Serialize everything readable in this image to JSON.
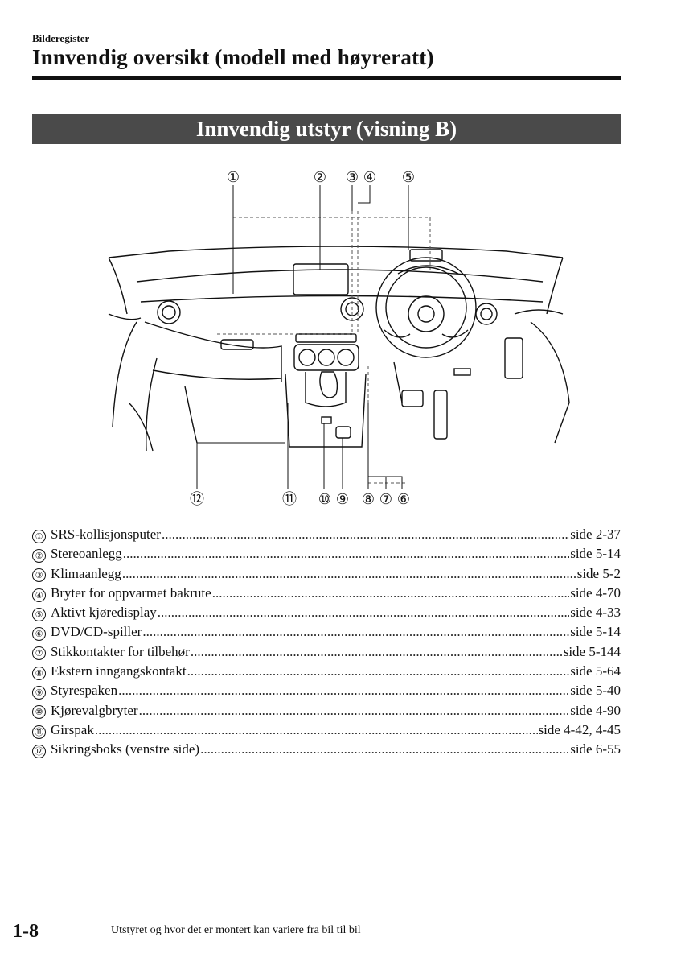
{
  "header": {
    "section_label": "Bilderegister",
    "title": "Innvendig oversikt (modell med høyreratt)"
  },
  "banner": {
    "title": "Innvendig utstyr (visning B)"
  },
  "figure": {
    "callouts": [
      "①",
      "②",
      "③",
      "④",
      "⑤",
      "⑥",
      "⑦",
      "⑧",
      "⑨",
      "⑩",
      "⑪",
      "⑫"
    ]
  },
  "legend": [
    {
      "num": "①",
      "label": "SRS-kollisjonsputer",
      "page": "side 2-37"
    },
    {
      "num": "②",
      "label": "Stereoanlegg",
      "page": "side 5-14"
    },
    {
      "num": "③",
      "label": "Klimaanlegg",
      "page": "side 5-2"
    },
    {
      "num": "④",
      "label": "Bryter for oppvarmet bakrute",
      "page": "side 4-70"
    },
    {
      "num": "⑤",
      "label": "Aktivt kjøredisplay",
      "page": "side 4-33"
    },
    {
      "num": "⑥",
      "label": "DVD/CD-spiller",
      "page": "side 5-14"
    },
    {
      "num": "⑦",
      "label": "Stikkontakter for tilbehør",
      "page": "side 5-144"
    },
    {
      "num": "⑧",
      "label": "Ekstern inngangskontakt",
      "page": "side 5-64"
    },
    {
      "num": "⑨",
      "label": "Styrespaken",
      "page": "side 5-40"
    },
    {
      "num": "⑩",
      "label": "Kjørevalgbryter",
      "page": "side 4-90"
    },
    {
      "num": "⑪",
      "label": "Girspak",
      "page": "side 4-42, 4-45"
    },
    {
      "num": "⑫",
      "label": "Sikringsboks (venstre side)",
      "page": "side 6-55"
    }
  ],
  "footer": {
    "page_number": "1-8",
    "note": "Utstyret og hvor det er montert kan variere fra bil til bil"
  }
}
